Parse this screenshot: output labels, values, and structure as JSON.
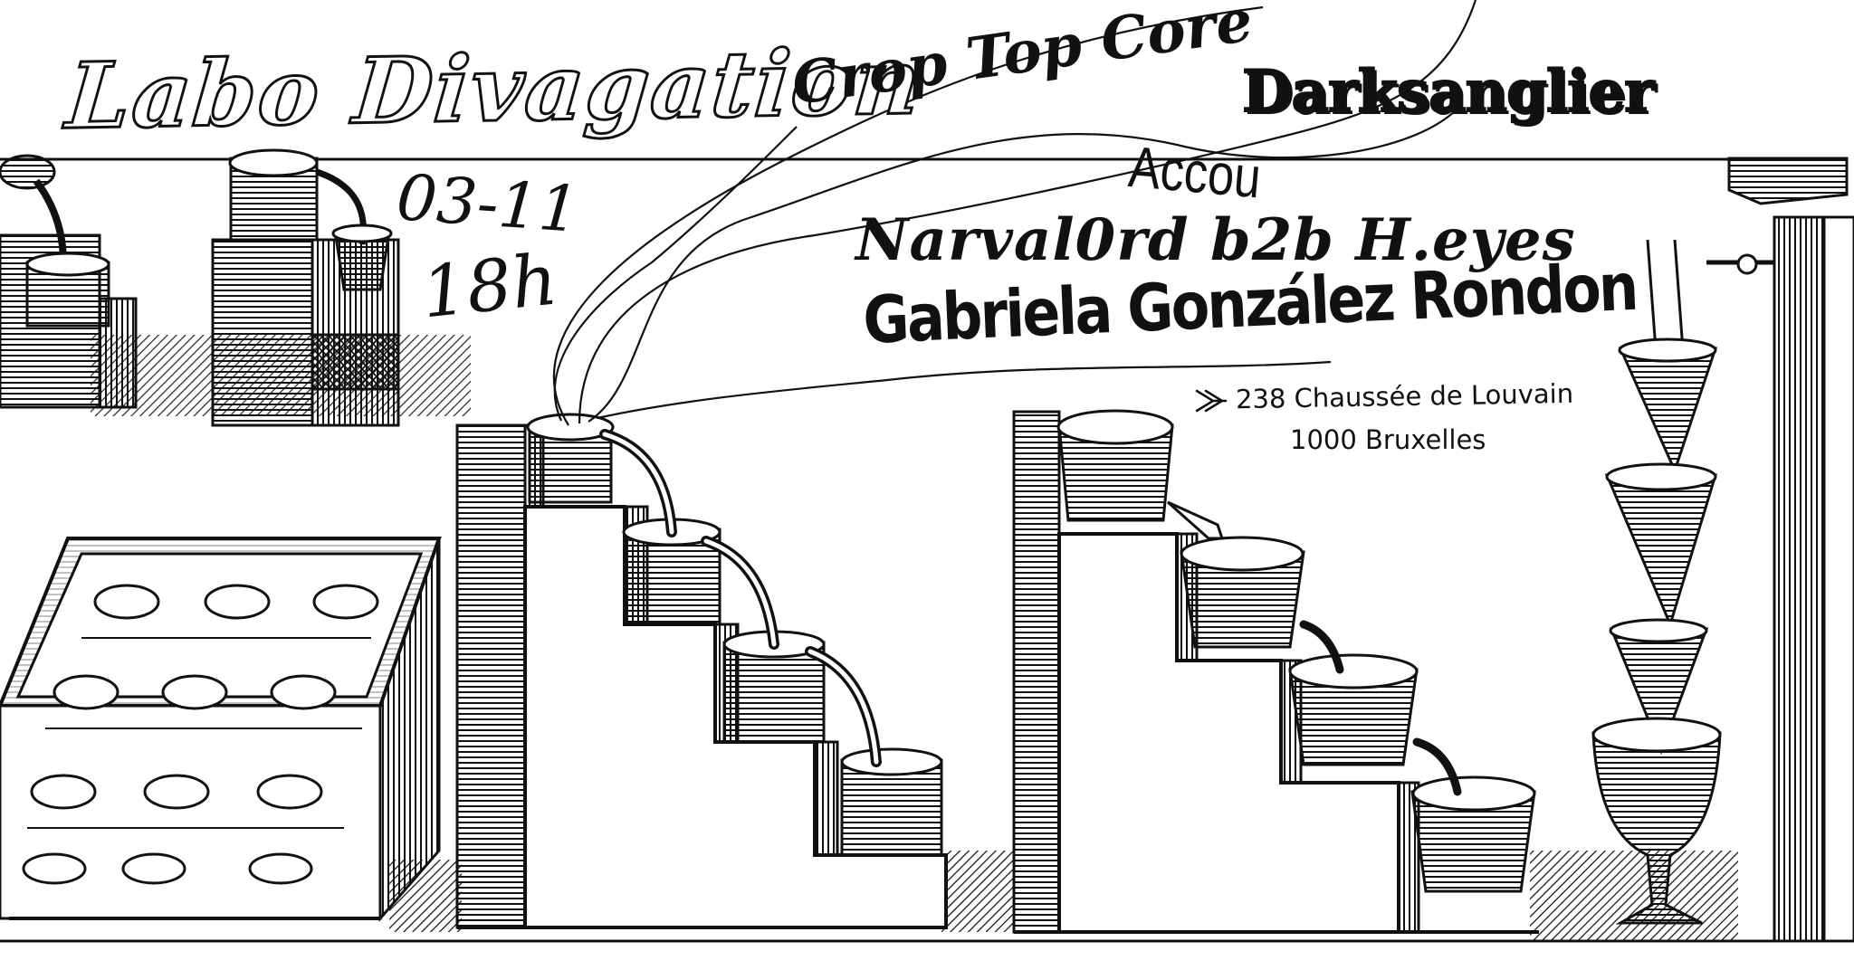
{
  "poster": {
    "collective": "Labo Divagation",
    "date": "03-11",
    "time": "18h",
    "lineup": {
      "artist_1": "Crop Top Core",
      "artist_2": "Darksanglier",
      "artist_3": "Accou",
      "artist_4": "Narval0rd b2b H.eyes",
      "artist_5": "Gabriela González Rondon"
    },
    "address": {
      "street": "238  Chaussée de Louvain",
      "city": "1000 Bruxelles"
    },
    "icons": {
      "address_marker": "double-chevron-arrow-icon"
    },
    "colors": {
      "ink": "#111111",
      "paper": "#ffffff"
    }
  }
}
